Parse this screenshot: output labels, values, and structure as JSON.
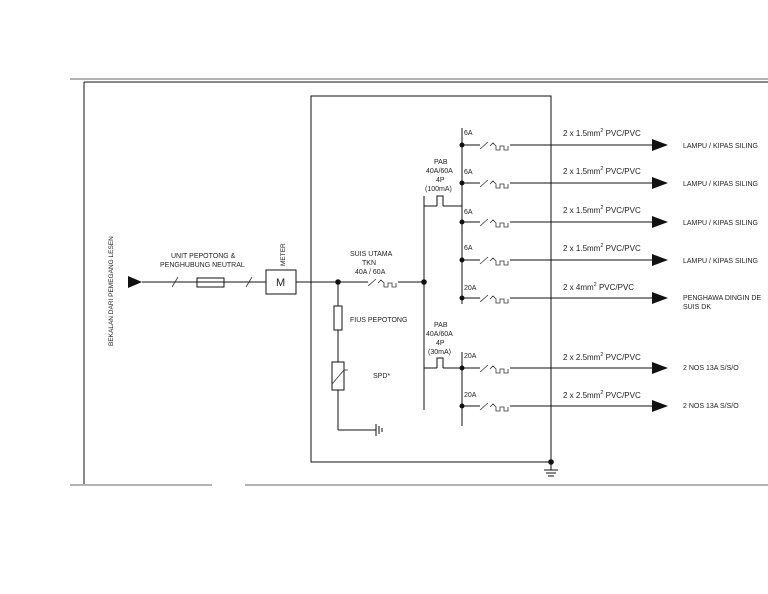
{
  "diagram": {
    "incoming_label": "BEKALAN DARI PEMEGANG LESEN",
    "cutout_label_1": "UNIT PEPOTONG &",
    "cutout_label_2": "PENGHUBUNG NEUTRAL",
    "meter_label": "METER",
    "meter_symbol": "M",
    "main_switch": [
      "SUIS UTAMA",
      "TKN",
      "40A / 60A"
    ],
    "fuse_label": "FIUS PEPOTONG",
    "spd_label": "SPD*",
    "rccb_top": [
      "PAB",
      "40A/60A",
      "4P",
      "(100mA)"
    ],
    "rccb_bottom": [
      "PAB",
      "40A/60A",
      "4P",
      "(30mA)"
    ],
    "circuits": [
      {
        "rating": "6A",
        "cable_main": "2 x 1.5mm",
        "cable_sup": "2",
        "cable_tail": " PVC/PVC",
        "load": [
          "LAMPU / KIPAS SILING"
        ]
      },
      {
        "rating": "6A",
        "cable_main": "2 x 1.5mm",
        "cable_sup": "2",
        "cable_tail": " PVC/PVC",
        "load": [
          "LAMPU / KIPAS SILING"
        ]
      },
      {
        "rating": "6A",
        "cable_main": "2 x 1.5mm",
        "cable_sup": "2",
        "cable_tail": " PVC/PVC",
        "load": [
          "LAMPU / KIPAS SILING"
        ]
      },
      {
        "rating": "6A",
        "cable_main": "2 x 1.5mm",
        "cable_sup": "2",
        "cable_tail": " PVC/PVC",
        "load": [
          "LAMPU / KIPAS SILING"
        ]
      },
      {
        "rating": "20A",
        "cable_main": "2 x 4mm",
        "cable_sup": "2",
        "cable_tail": " PVC/PVC",
        "load": [
          "PENGHAWA DINGIN DE",
          "SUIS DK"
        ]
      },
      {
        "rating": "20A",
        "cable_main": "2 x 2.5mm",
        "cable_sup": "2",
        "cable_tail": " PVC/PVC",
        "load": [
          "2 NOS 13A S/S/O"
        ]
      },
      {
        "rating": "20A",
        "cable_main": "2 x 2.5mm",
        "cable_sup": "2",
        "cable_tail": " PVC/PVC",
        "load": [
          "2 NOS 13A S/S/O"
        ]
      }
    ]
  }
}
